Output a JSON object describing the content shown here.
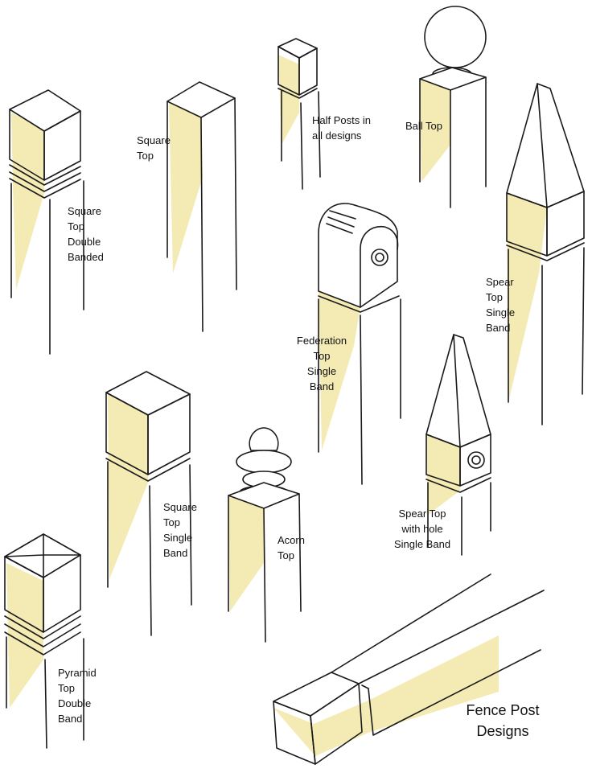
{
  "title": {
    "lines": [
      "Fence Post",
      "Designs"
    ]
  },
  "labels": {
    "square_top_double_banded": [
      "Square",
      "Top",
      "Double",
      "Banded"
    ],
    "square_top": [
      "Square",
      "Top"
    ],
    "half_posts": [
      "Half Posts in",
      "all designs"
    ],
    "ball_top": [
      "Ball Top"
    ],
    "spear_top_single_band": [
      "Spear",
      "Top",
      "Single",
      "Band"
    ],
    "federation_top_single_band": [
      "Federation",
      "Top",
      "Single",
      "Band"
    ],
    "square_top_single_band": [
      "Square",
      "Top",
      "Single",
      "Band"
    ],
    "acorn_top": [
      "Acorn",
      "Top"
    ],
    "spear_top_with_hole": [
      "Spear Top",
      "with hole",
      "Single Band"
    ],
    "pyramid_top_double_band": [
      "Pyramid",
      "Top",
      "Double",
      "Band"
    ]
  },
  "colors": {
    "wash": "#f1e8a6",
    "ink": "#1a1a1a",
    "paper": "#ffffff"
  }
}
